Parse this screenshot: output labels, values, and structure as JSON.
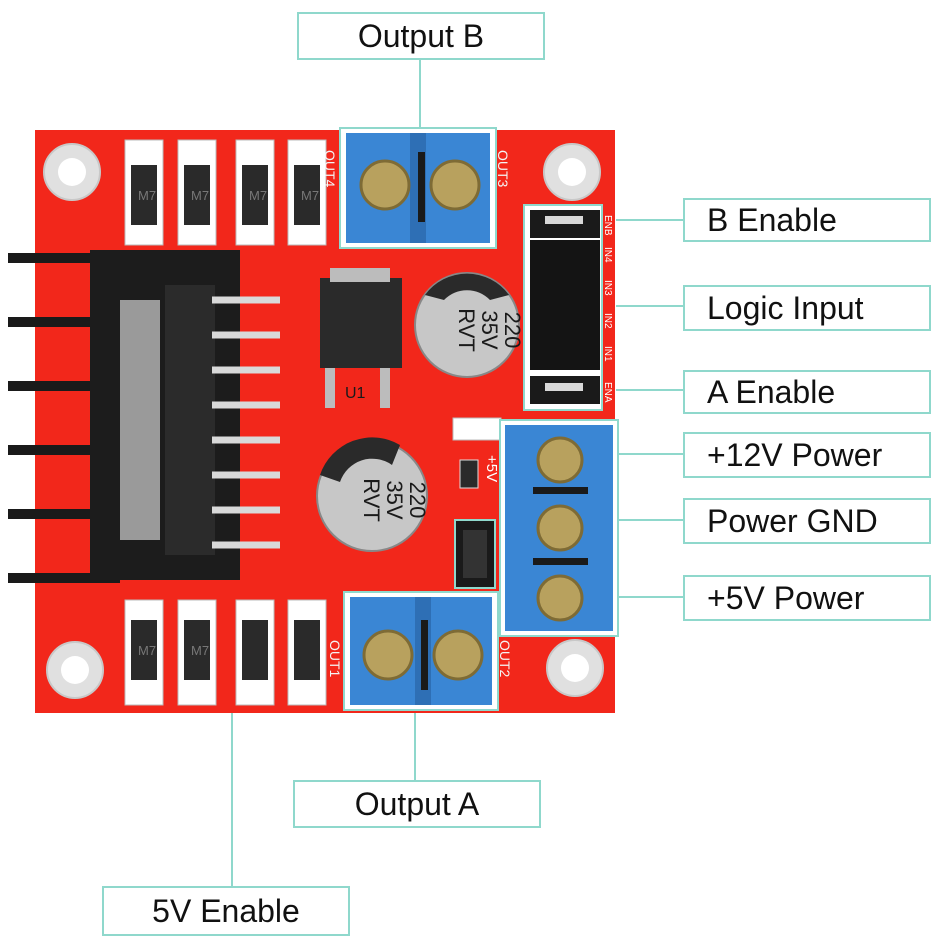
{
  "callouts": {
    "output_b": "Output B",
    "b_enable": "B Enable",
    "logic_input": "Logic Input",
    "a_enable": "A Enable",
    "plus12v_power": "+12V Power",
    "power_gnd": "Power GND",
    "plus5v_power": "+5V Power",
    "output_a": "Output A",
    "five_v_enable": "5V Enable"
  },
  "board_text": {
    "out1": "OUT1",
    "out2": "OUT2",
    "out3": "OUT3",
    "out4": "OUT4",
    "u1": "U1",
    "cap_value": "220",
    "cap_voltage": "35V",
    "cap_brand": "RVT",
    "diode_mark": "M7",
    "pin_enb": "ENB",
    "pin_in4": "IN4",
    "pin_in3": "IN3",
    "pin_in2": "IN2",
    "pin_in1": "IN1",
    "pin_ena": "ENA",
    "plus5v_mark": "+5V"
  },
  "colors": {
    "board": "#f2271b",
    "terminal": "#3a86d4",
    "callout_border": "#8fd8cc",
    "leader_line": "#8fd8cc"
  }
}
